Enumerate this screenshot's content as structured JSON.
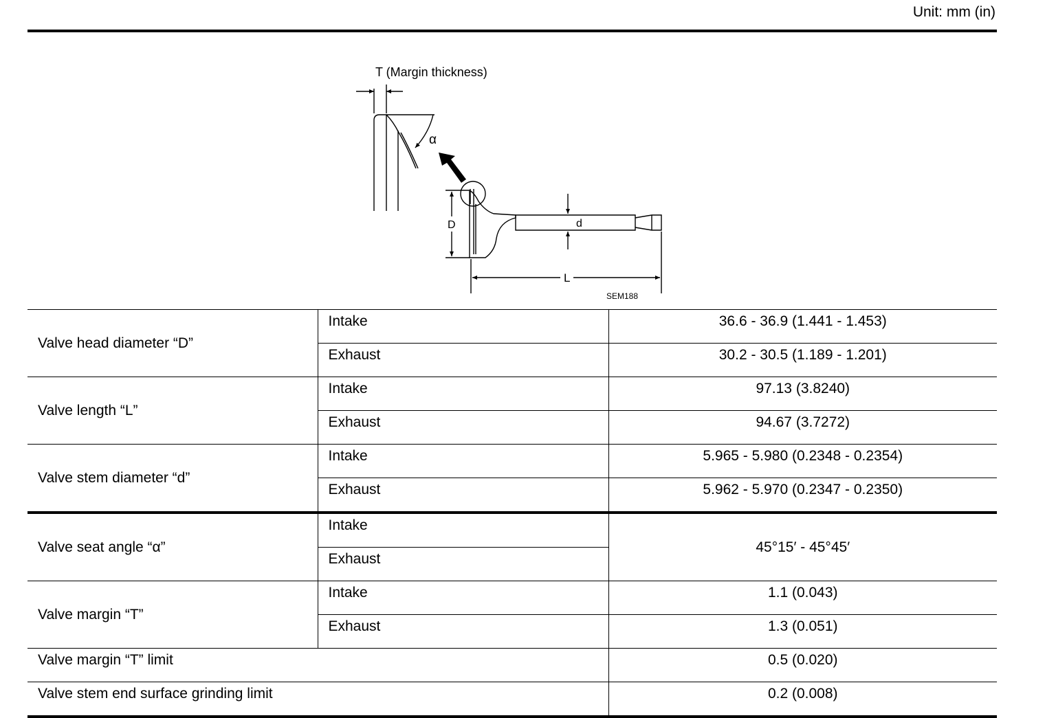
{
  "header": {
    "unit": "Unit: mm (in)"
  },
  "figure": {
    "margin_label": "T (Margin thickness)",
    "alpha_label": "α",
    "d_upper_label": "D",
    "d_lower_label": "d",
    "length_label": "L",
    "figure_code": "SEM188"
  },
  "table": {
    "rows": [
      {
        "param": "Valve head diameter “D”",
        "sub": [
          {
            "name": "Intake",
            "value": "36.6 - 36.9 (1.441 - 1.453)"
          },
          {
            "name": "Exhaust",
            "value": "30.2 - 30.5 (1.189 - 1.201)"
          }
        ]
      },
      {
        "param": "Valve length “L”",
        "sub": [
          {
            "name": "Intake",
            "value": "97.13 (3.8240)"
          },
          {
            "name": "Exhaust",
            "value": "94.67 (3.7272)"
          }
        ]
      },
      {
        "param": "Valve stem diameter “d”",
        "sub": [
          {
            "name": "Intake",
            "value": "5.965 - 5.980 (0.2348 - 0.2354)"
          },
          {
            "name": "Exhaust",
            "value": "5.962 - 5.970 (0.2347 - 0.2350)"
          }
        ]
      },
      {
        "param": "Valve seat angle “α”",
        "shared_value": "45°15′ - 45°45′",
        "sub": [
          {
            "name": "Intake"
          },
          {
            "name": "Exhaust"
          }
        ]
      },
      {
        "param": "Valve margin “T”",
        "sub": [
          {
            "name": "Intake",
            "value": "1.1 (0.043)"
          },
          {
            "name": "Exhaust",
            "value": "1.3 (0.051)"
          }
        ]
      },
      {
        "param": "Valve margin “T” limit",
        "value": "0.5 (0.020)"
      },
      {
        "param": "Valve stem end surface grinding limit",
        "value": "0.2 (0.008)"
      }
    ]
  }
}
